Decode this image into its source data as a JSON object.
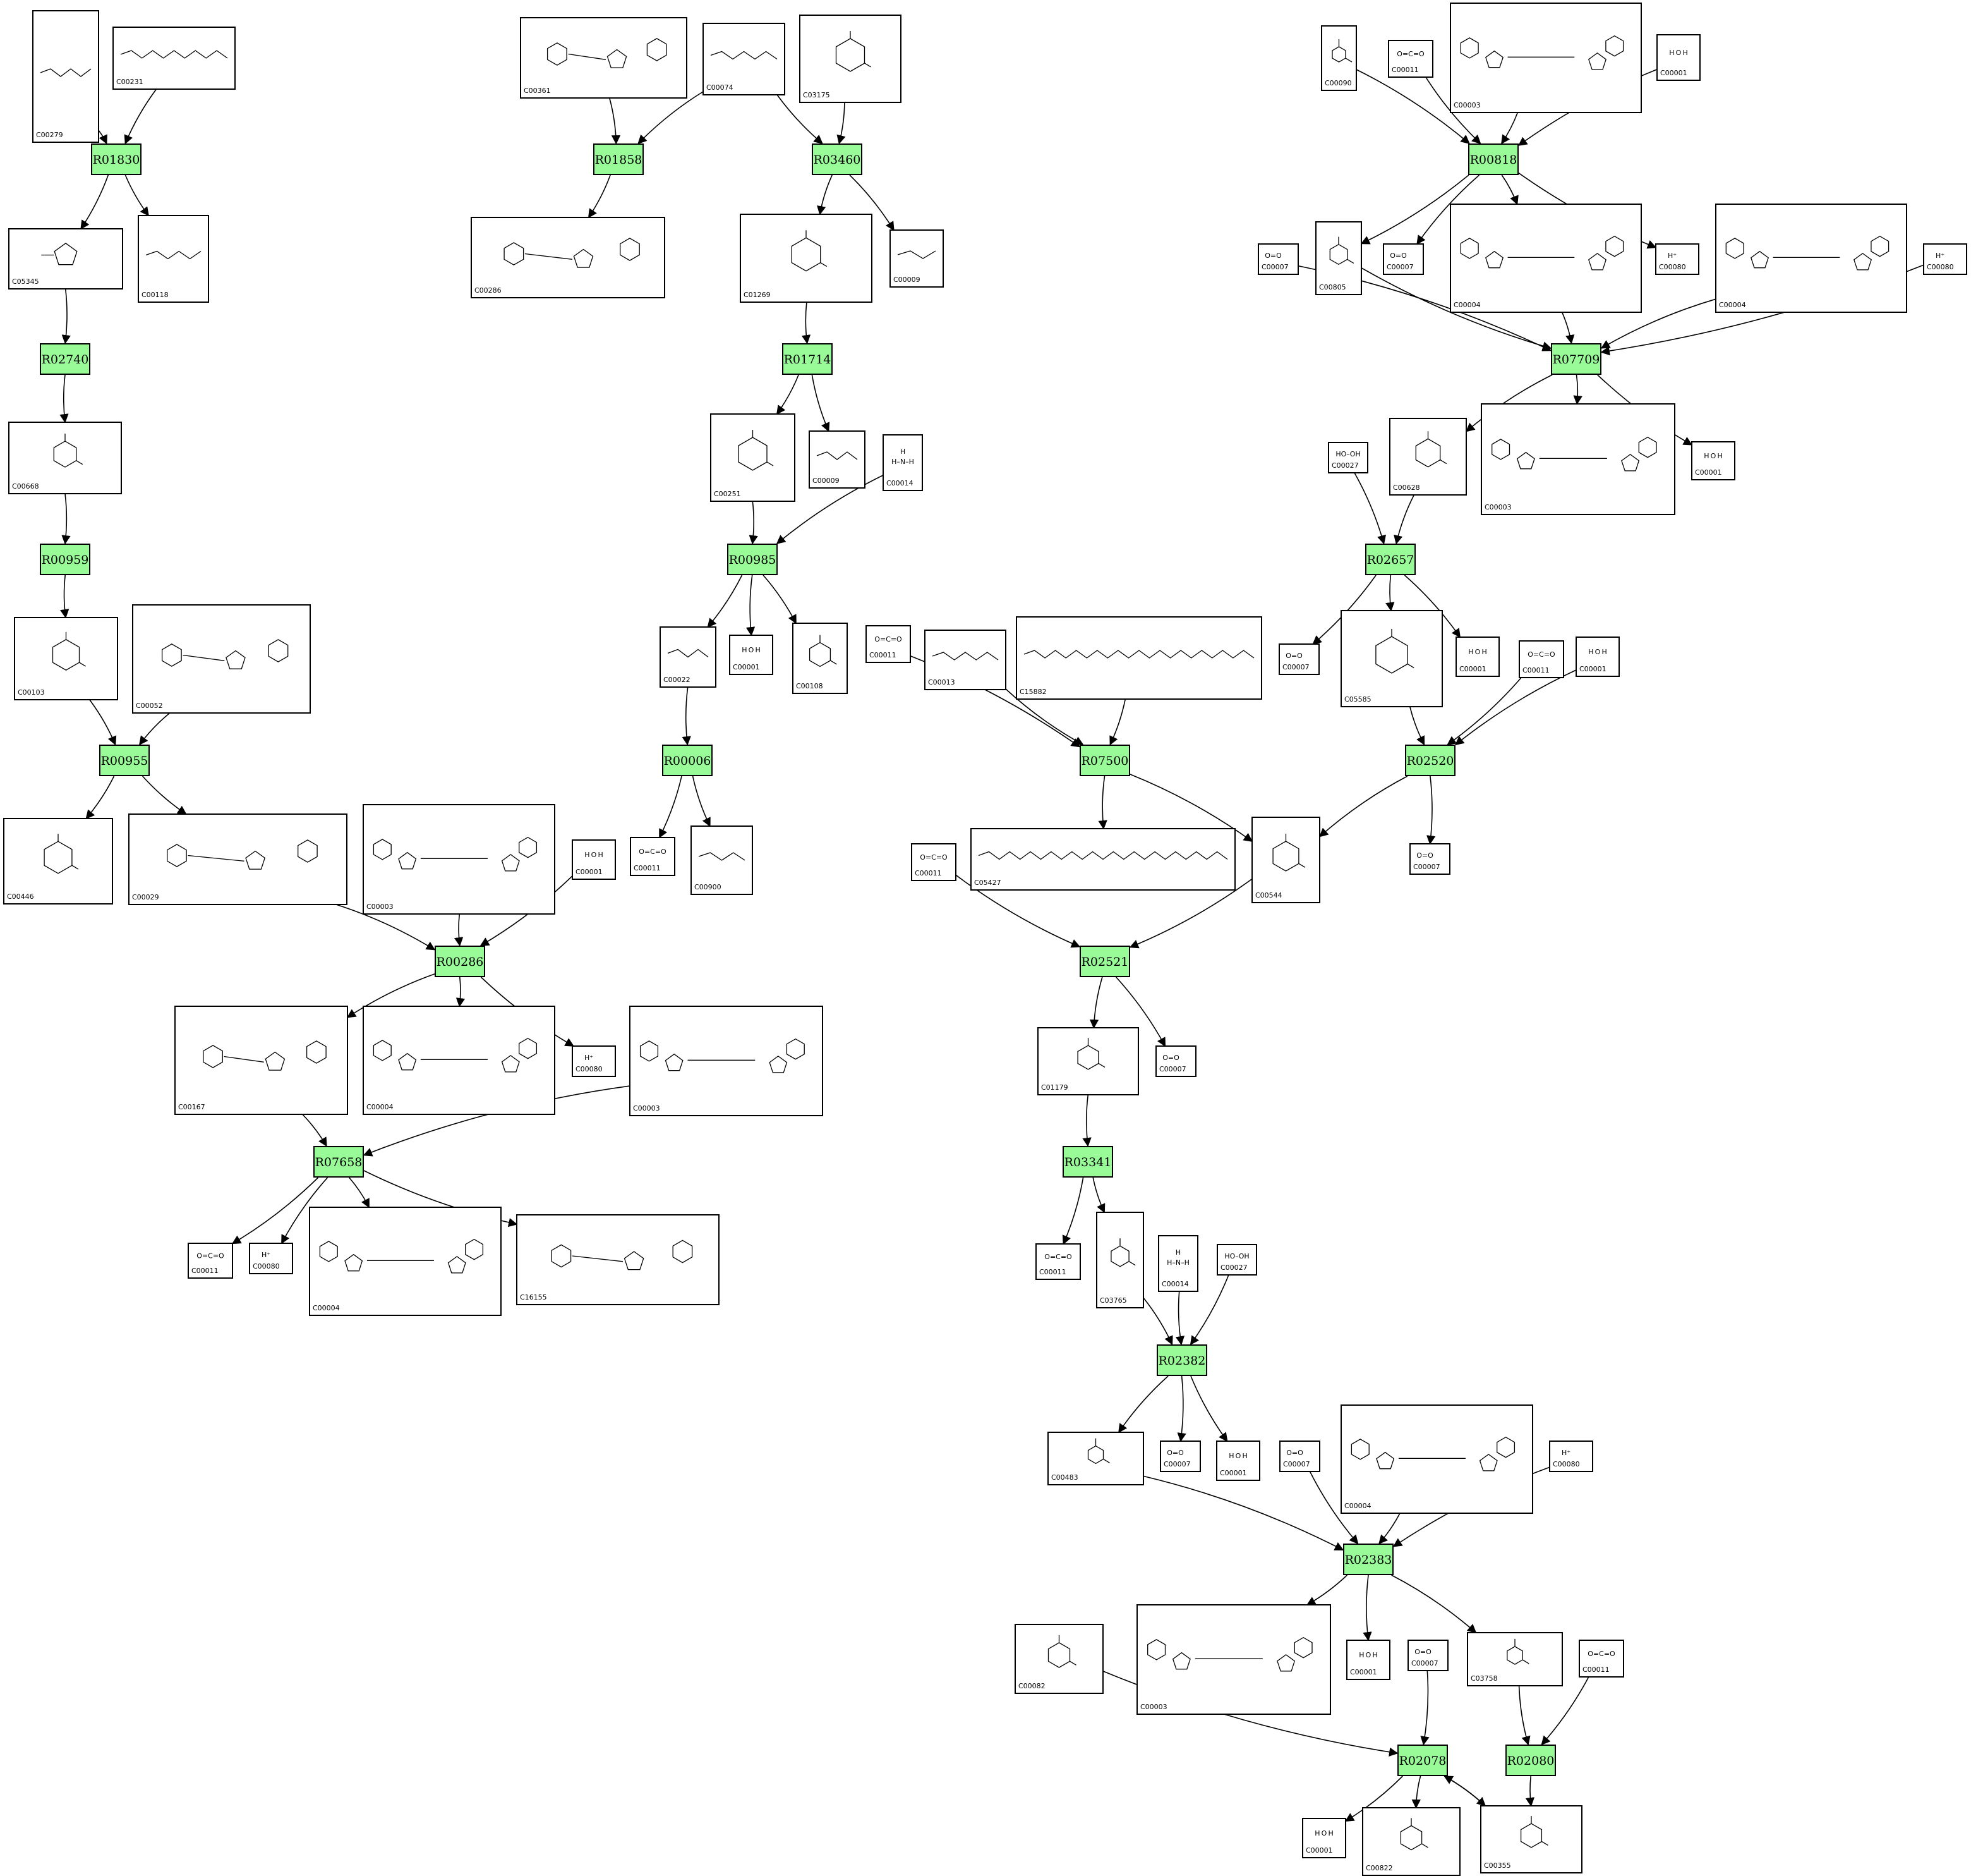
{
  "colors": {
    "reaction_fill": "#98fb98",
    "box_stroke": "#000000",
    "background": "#ffffff"
  },
  "reactions": [
    "R01830",
    "R02740",
    "R00959",
    "R00955",
    "R00286",
    "R07658",
    "R01858",
    "R03460",
    "R01714",
    "R00985",
    "R00006",
    "R00818",
    "R07709",
    "R02657",
    "R02520",
    "R07500",
    "R02521",
    "R03341",
    "R02382",
    "R02383",
    "R02078",
    "R02080"
  ],
  "compounds": {
    "C00279": "C00279",
    "C00231": "C00231",
    "C05345": "C05345",
    "C00118": "C00118",
    "C00668": "C00668",
    "C00103": "C00103",
    "C00052": "C00052",
    "C00446": "C00446",
    "C00029": "C00029",
    "C00003": "C00003",
    "C00001": "C00001",
    "C00167": "C00167",
    "C00004": "C00004",
    "C00080": "C00080",
    "C00011": "C00011",
    "C16155": "C16155",
    "C00361": "C00361",
    "C00074": "C00074",
    "C03175": "C03175",
    "C00286": "C00286",
    "C01269": "C01269",
    "C00009": "C00009",
    "C00251": "C00251",
    "C00014": "C00014",
    "C00022": "C00022",
    "C00108": "C00108",
    "C00900": "C00900",
    "C00090": "C00090",
    "C00007": "C00007",
    "C00805": "C00805",
    "C00027": "C00027",
    "C00628": "C00628",
    "C05585": "C05585",
    "C00013": "C00013",
    "C15882": "C15882",
    "C05427": "C05427",
    "C00544": "C00544",
    "C01179": "C01179",
    "C03765": "C03765",
    "C00483": "C00483",
    "C00082": "C00082",
    "C03758": "C03758",
    "C00822": "C00822",
    "C00355": "C00355"
  },
  "formulas": {
    "water": "H O H",
    "proton": "H⁺",
    "oxygen": "O=O",
    "peroxide": "HO–OH",
    "ammonia": "H–N–H",
    "co2": "O=C=O"
  }
}
